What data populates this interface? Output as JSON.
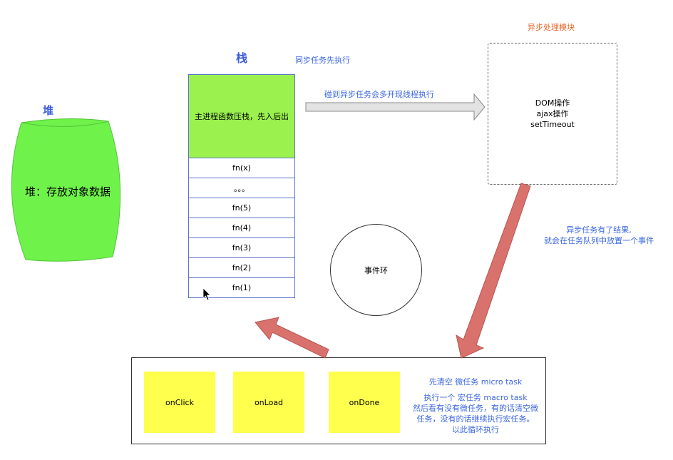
{
  "heap": {
    "title": "堆",
    "label": "堆：存放对象数据"
  },
  "stack": {
    "title": "栈",
    "note": "同步任务先执行",
    "top_label": "主进程函数压栈，先入后出",
    "frames": [
      "fn(x)",
      "。。。",
      "fn(5)",
      "fn(4)",
      "fn(3)",
      "fn(2)",
      "fn(1)"
    ]
  },
  "async_module": {
    "title": "异步处理模块",
    "items": [
      "DOM操作",
      "ajax操作",
      "setTimeout"
    ]
  },
  "arrows": {
    "to_async": "碰到异步任务会多开现线程执行",
    "to_queue_line1": "异步任务有了结果,",
    "to_queue_line2": "就会在任务队列中放置一个事件"
  },
  "event_loop": {
    "label": "事件环"
  },
  "task_queue": {
    "tasks": [
      "onClick",
      "onLoad",
      "onDone"
    ],
    "notes": [
      "先清空 微任务 micro task",
      "执行一个 宏任务 macro task",
      "然后看有没有微任务，有的话清空微",
      "任务，没有的话继续执行宏任务。",
      "以此循环执行"
    ]
  },
  "colors": {
    "heap_fill": "#6ff24a",
    "stack_top_fill": "#9bf24f",
    "task_fill": "#ffff4d",
    "arrow_red": "#d9726d",
    "title_blue": "#3b5bdb",
    "note_orange": "#e8662a"
  }
}
